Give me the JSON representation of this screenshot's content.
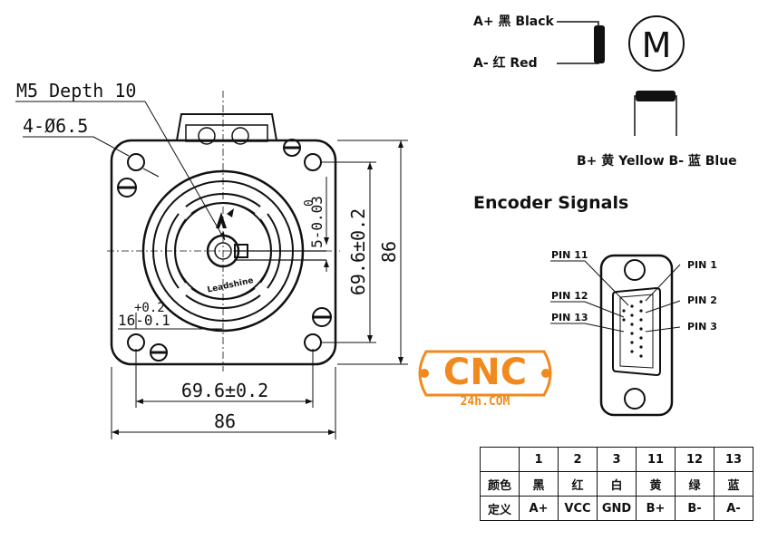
{
  "annotations": {
    "m5_depth": "M5 Depth 10",
    "hole": "4-Ø6.5",
    "tol_plus": "+0.2",
    "tol_16": "16-0.1",
    "shaft_top": "0",
    "shaft_dim": "5-0.03",
    "width_696": "69.6±0.2",
    "width_86": "86",
    "height_696": "69.6±0.2",
    "height_86": "86"
  },
  "wiring": {
    "a_plus": "A+ 黑 Black",
    "a_minus": "A- 红 Red",
    "b_labels": "B+ 黄 Yellow  B- 蓝 Blue",
    "motor_symbol": "M"
  },
  "encoder": {
    "title": "Encoder Signals",
    "pin11": "PIN 11",
    "pin12": "PIN 12",
    "pin13": "PIN 13",
    "pin1": "PIN 1",
    "pin2": "PIN 2",
    "pin3": "PIN 3"
  },
  "logo": {
    "main": "CNC",
    "sub": "24h.COM",
    "brand_color": "#f08a1e"
  },
  "pin_table": {
    "headers": [
      "",
      "1",
      "2",
      "3",
      "11",
      "12",
      "13"
    ],
    "rows": [
      [
        "颜色",
        "黑",
        "红",
        "白",
        "黄",
        "绿",
        "蓝"
      ],
      [
        "定义",
        "A+",
        "VCC",
        "GND",
        "B+",
        "B-",
        "A-"
      ]
    ]
  }
}
